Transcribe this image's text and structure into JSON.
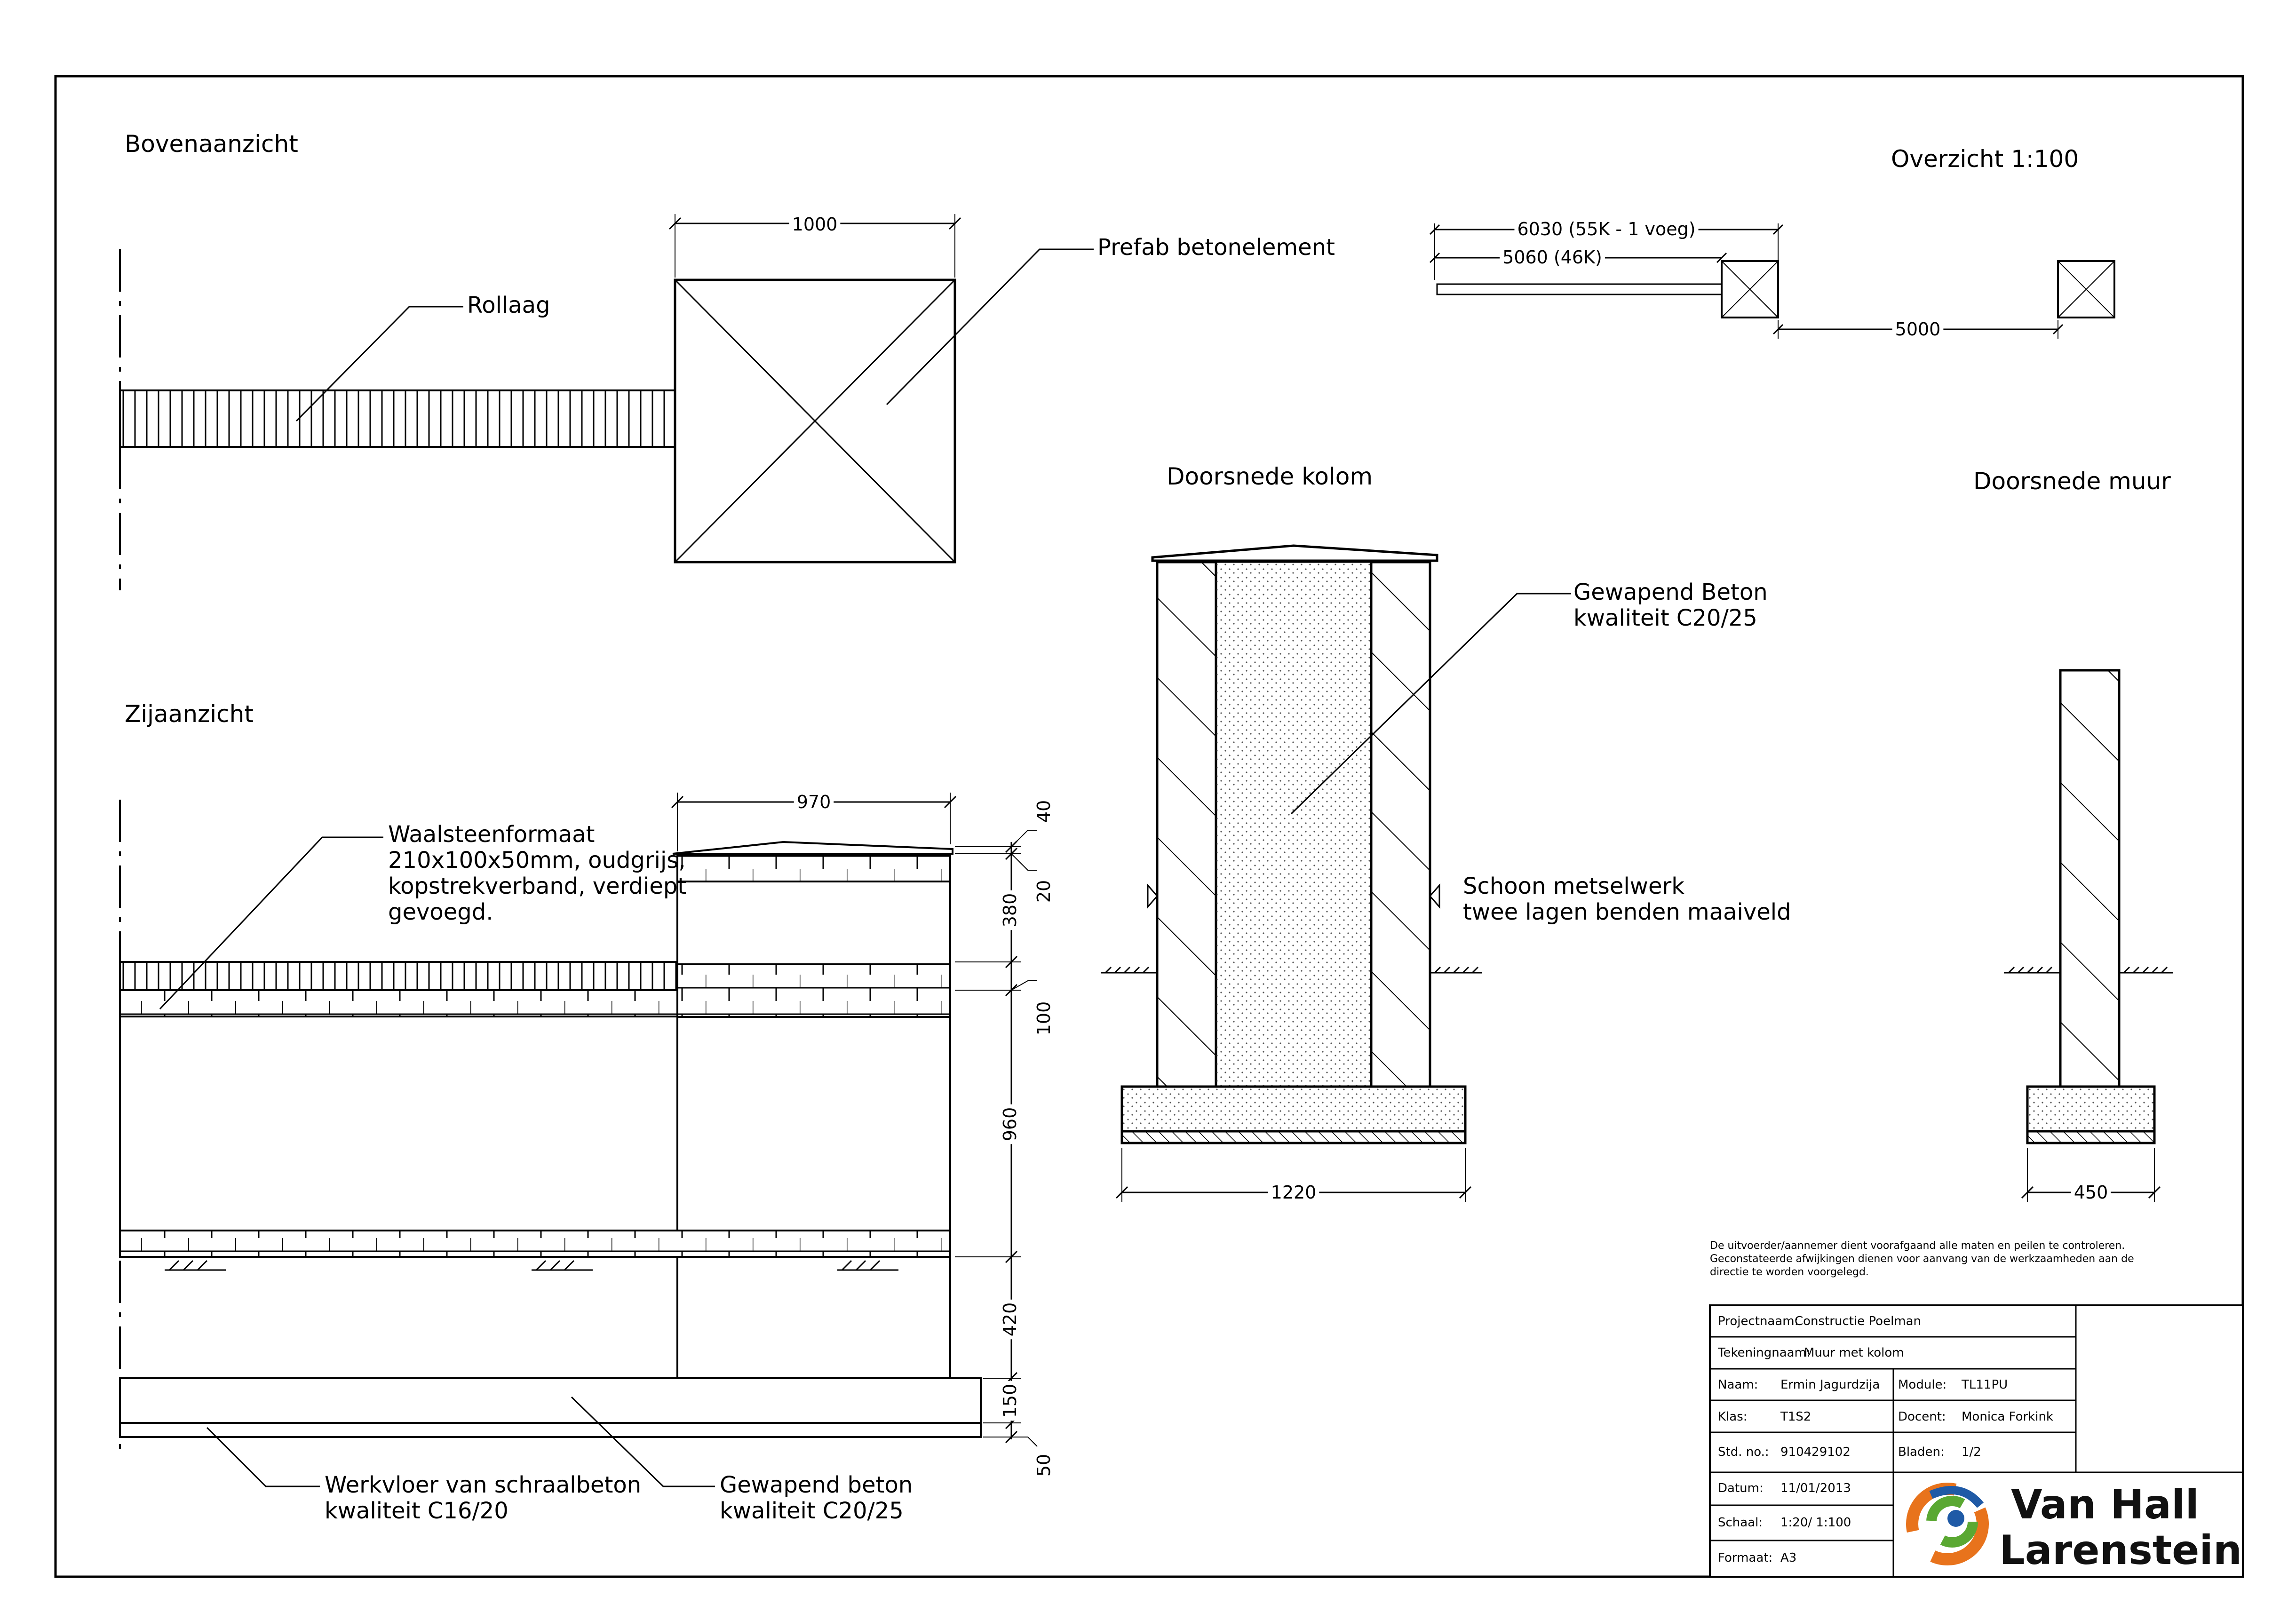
{
  "views": {
    "top_view": "Bovenaanzicht",
    "side_view": "Zijaanzicht",
    "overview": "Overzicht 1:100",
    "column_section": "Doorsnede kolom",
    "wall_section": "Doorsnede muur"
  },
  "callouts": {
    "rollaag": "Rollaag",
    "prefab": "Prefab betonelement",
    "brick_1": "Waalsteenformaat",
    "brick_2": "210x100x50mm, oudgrijs,",
    "brick_3": "kopstrekverband, verdiept",
    "brick_4": "gevoegd.",
    "rc_1": "Gewapend Beton",
    "rc_2": "kwaliteit C20/25",
    "masonry_1": "Schoon metselwerk",
    "masonry_2": "twee lagen benden maaiveld",
    "blinding_1": "Werkvloer van schraalbeton",
    "blinding_2": "kwaliteit C16/20",
    "foot_1": "Gewapend beton",
    "foot_2": "kwaliteit C20/25"
  },
  "dimensions": {
    "top_width": "1000",
    "side_width": "970",
    "cap_h": "40",
    "cap_over": "20",
    "pier_top": "380",
    "coping": "100",
    "wall_h": "960",
    "below": "420",
    "footing_h": "150",
    "blinding_h": "50",
    "col_base": "1220",
    "wall_base": "450",
    "ov_total": "6030 (55K - 1 voeg)",
    "ov_wall": "5060 (46K)",
    "ov_spacing": "5000"
  },
  "note": [
    "De uitvoerder/aannemer dient voorafgaand alle maten en peilen te controleren.",
    "Geconstateerde afwijkingen dienen voor aanvang van de werkzaamheden aan de",
    "directie te worden voorgelegd."
  ],
  "title_block": {
    "project_label": "Projectnaam:",
    "project_value": "Constructie Poelman",
    "drawing_label": "Tekeningnaam:",
    "drawing_value": "Muur met kolom",
    "name_label": "Naam:",
    "name_value": "Ermin Jagurdzija",
    "module_label": "Module:",
    "module_value": "TL11PU",
    "class_label": "Klas:",
    "class_value": "T1S2",
    "teacher_label": "Docent:",
    "teacher_value": "Monica Forkink",
    "std_label": "Std. no.:",
    "std_value": "910429102",
    "sheets_label": "Bladen:",
    "sheets_value": "1/2",
    "date_label": "Datum:",
    "date_value": "11/01/2013",
    "scale_label": "Schaal:",
    "scale_value": "1:20/ 1:100",
    "format_label": "Formaat:",
    "format_value": "A3",
    "logo_line1": "Van Hall",
    "logo_line2": "Larenstein"
  },
  "colors": {
    "logo_orange": "#e8731c",
    "logo_green": "#5aa832",
    "logo_blue": "#1f5aa6"
  }
}
